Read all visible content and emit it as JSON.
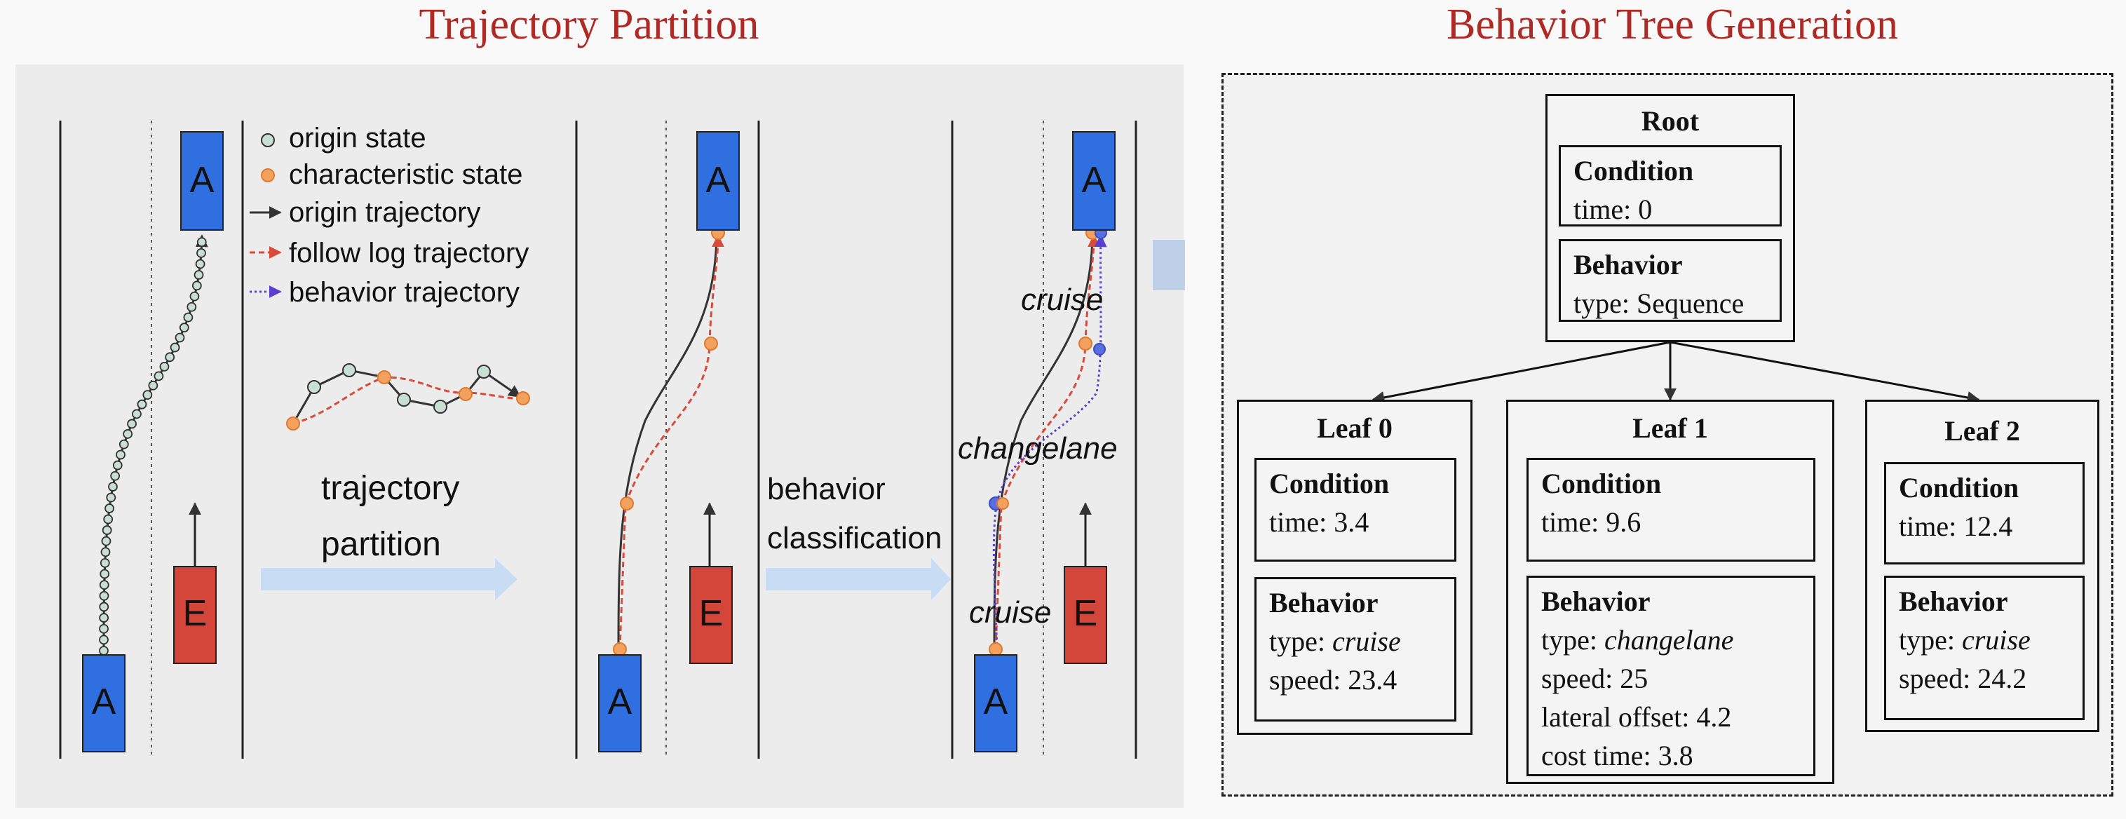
{
  "titles": {
    "left": "Trajectory Partition",
    "right": "Behavior Tree Generation"
  },
  "legend": {
    "origin_state": "origin state",
    "characteristic_state": "characteristic state",
    "origin_trajectory": "origin trajectory",
    "follow_log_trajectory": "follow log trajectory",
    "behavior_trajectory": "behavior trajectory"
  },
  "vehicles": {
    "agent": "A",
    "ego": "E"
  },
  "steps": {
    "partition_line1": "trajectory",
    "partition_line2": "partition",
    "classification_line1": "behavior",
    "classification_line2": "classification"
  },
  "behavior_labels": {
    "top": "cruise",
    "middle": "changelane",
    "bottom": "cruise"
  },
  "colors": {
    "title_red": "#b02a25",
    "vehicle_blue": "#2f6fe0",
    "vehicle_red": "#d4453a",
    "origin_state_fill": "#c9dfd4",
    "characteristic_fill": "#f2a25e",
    "follow_log_red": "#d94a3a",
    "behavior_purple": "#5a3fcf",
    "arrow_light_blue": "#c8ddf3"
  },
  "tree": {
    "root": {
      "title": "Root",
      "condition_label": "Condition",
      "condition_time": "time: 0",
      "behavior_label": "Behavior",
      "behavior_type": "type: Sequence"
    },
    "leaves": [
      {
        "title": "Leaf 0",
        "condition_label": "Condition",
        "condition_time": "time: 3.4",
        "behavior_label": "Behavior",
        "type_prefix": "type: ",
        "type_value": "cruise",
        "lines": [
          "speed: 23.4"
        ]
      },
      {
        "title": "Leaf 1",
        "condition_label": "Condition",
        "condition_time": "time: 9.6",
        "behavior_label": "Behavior",
        "type_prefix": "type: ",
        "type_value": "changelane",
        "lines": [
          "speed: 25",
          "lateral offset: 4.2",
          "cost time: 3.8"
        ]
      },
      {
        "title": "Leaf 2",
        "condition_label": "Condition",
        "condition_time": "time: 12.4",
        "behavior_label": "Behavior",
        "type_prefix": "type: ",
        "type_value": "cruise",
        "lines": [
          "speed: 24.2"
        ]
      }
    ]
  }
}
